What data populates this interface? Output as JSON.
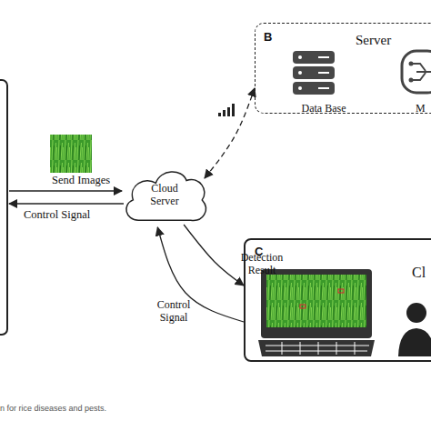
{
  "diagram": {
    "caption": "n for rice diseases and pests.",
    "nodes": [
      {
        "text": [
          "B",
          "Server"
        ]
      },
      {
        "text": [
          "Data Base"
        ],
        "in": 0
      },
      {
        "text": [
          "M"
        ],
        "in": 0
      },
      {
        "text": [
          "Cloud Server"
        ]
      },
      {
        "text": [
          "C",
          "Cl"
        ]
      }
    ],
    "edges": [
      {
        "from": 3,
        "to": 0,
        "arrow": "both"
      },
      {
        "from": 3,
        "to": 4,
        "label": "Detection Result",
        "arrow": "to"
      },
      {
        "from": 4,
        "to": 3,
        "label": "Control Signal",
        "arrow": "to"
      }
    ],
    "labels": [
      "Send Images",
      "Control Signal"
    ]
  }
}
